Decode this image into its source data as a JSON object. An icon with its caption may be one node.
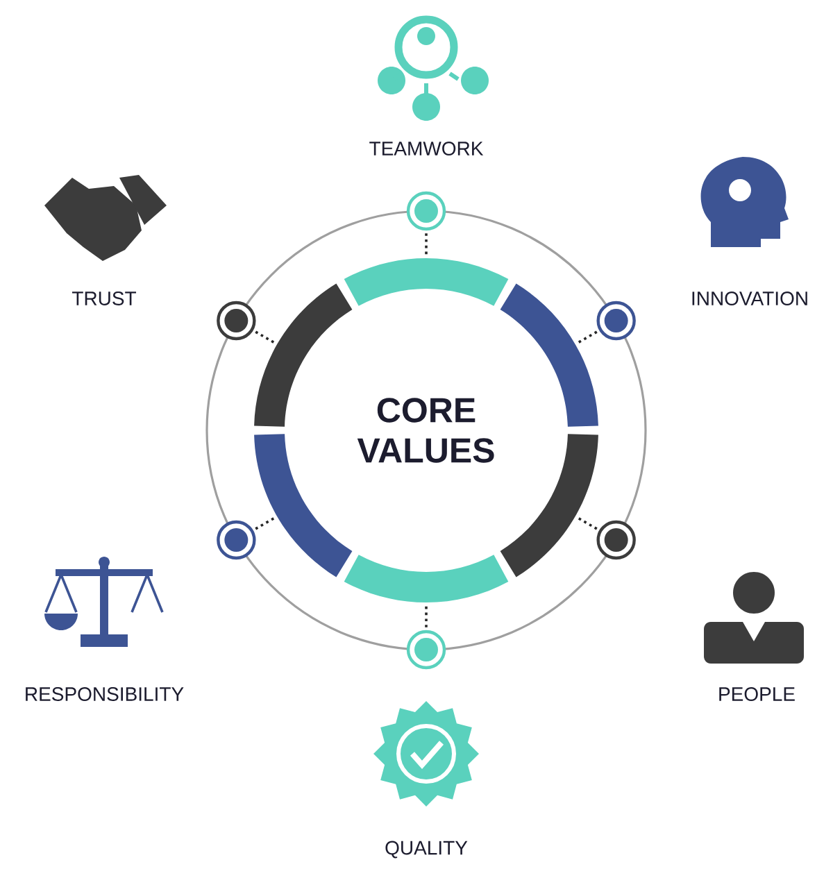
{
  "diagram": {
    "nodes": [
      {
        "text": [
          "CORE VALUES"
        ]
      },
      {
        "text": [],
        "shape": "bar"
      },
      {
        "text": [],
        "shape": "bar"
      },
      {
        "text": [],
        "shape": "bar"
      },
      {
        "text": [],
        "shape": "bar"
      },
      {
        "text": [],
        "shape": "bar"
      },
      {
        "text": [],
        "shape": "bar"
      },
      {
        "text": [],
        "shape": "circle"
      },
      {
        "text": [],
        "shape": "circle"
      },
      {
        "text": [],
        "shape": "circle"
      },
      {
        "text": [],
        "shape": "circle"
      },
      {
        "text": [],
        "shape": "circle"
      },
      {
        "text": [],
        "shape": "circle"
      }
    ],
    "edges": [
      {
        "from": 7,
        "to": 1,
        "arrow": "none",
        "style": "dashed"
      },
      {
        "from": 8,
        "to": 2,
        "arrow": "none",
        "style": "dashed"
      },
      {
        "from": 9,
        "to": 3,
        "arrow": "none",
        "style": "dashed"
      },
      {
        "from": 10,
        "to": 4,
        "arrow": "none",
        "style": "dashed"
      },
      {
        "from": 11,
        "to": 5,
        "arrow": "none",
        "style": "dashed"
      },
      {
        "from": 12,
        "to": 6,
        "arrow": "none",
        "style": "dashed"
      }
    ],
    "labels": [
      "TEAMWORK",
      "TRUST",
      "INNOVATION",
      "RESPONSIBILITY",
      "PEOPLE",
      "QUALITY"
    ]
  }
}
